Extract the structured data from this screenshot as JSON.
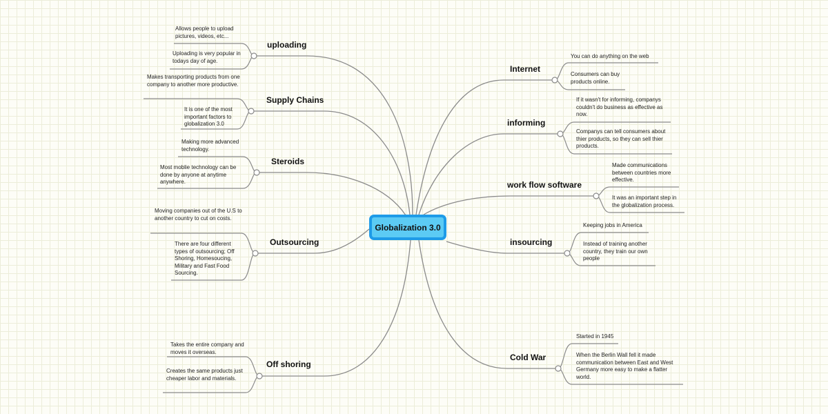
{
  "central": "Globalization 3.0",
  "topics": {
    "uploading": {
      "label": "uploading",
      "notes": [
        "Allows people to upload pictures, videos, etc...",
        "Uploading is very popular in todays day of age."
      ]
    },
    "supply_chains": {
      "label": "Supply Chains",
      "notes": [
        "Makes transporting  products from one company to another more productive.",
        "It is one of the most important factors to globalization 3.0"
      ]
    },
    "steroids": {
      "label": "Steroids",
      "notes": [
        "Making more advanced technology.",
        "Most moblie technology can be done by anyone at anytime anywhere."
      ]
    },
    "outsourcing": {
      "label": "Outsourcing",
      "notes": [
        "Moving companies out of the U.S to another country to cut on costs.",
        "There are four different types of outsourcing; Off Shoring, Homesoucing, Military and Fast Food Sourcing."
      ]
    },
    "off_shoring": {
      "label": "Off shoring",
      "notes": [
        "Takes the entire company and moves it overseas.",
        "Creates the same products just cheaper labor and materials."
      ]
    },
    "internet": {
      "label": "Internet",
      "notes": [
        "You can do anything on the web",
        "Consumers can buy products online."
      ]
    },
    "informing": {
      "label": "informing",
      "notes": [
        "If it wasn't for informing, companys couldn't do business as effective as now.",
        "Companys can tell consumers about thier products, so they can sell thier products."
      ]
    },
    "work_flow": {
      "label": "work flow software",
      "notes": [
        "Made communications between countries more effective.",
        "It was an important step in the globalization process."
      ]
    },
    "insourcing": {
      "label": "insourcing",
      "notes": [
        "Keeping jobs in America",
        "Instead of training another country, they train our own people"
      ]
    },
    "cold_war": {
      "label": "Cold War",
      "notes": [
        "Started in 1945",
        "When the Berlin Wall fell it made communication between East and West Germany more easy to make a flatter world."
      ]
    }
  }
}
